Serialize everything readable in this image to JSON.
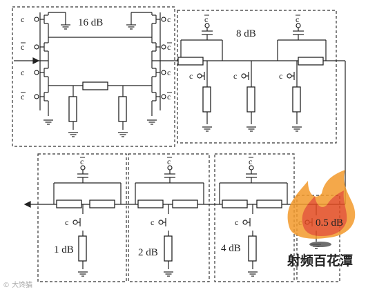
{
  "sections": {
    "s16": "16 dB",
    "s8": "8 dB",
    "s1": "1 dB",
    "s2": "2 dB",
    "s4": "4 dB",
    "s05": "0.5 dB"
  },
  "control": {
    "c": "c",
    "cbar": "c"
  },
  "watermark": {
    "text": "射频百花潭",
    "corner": "© 大馋猫",
    "colors": {
      "flame_outer": "#f39a2b",
      "flame_inner": "#e24a1f"
    }
  }
}
